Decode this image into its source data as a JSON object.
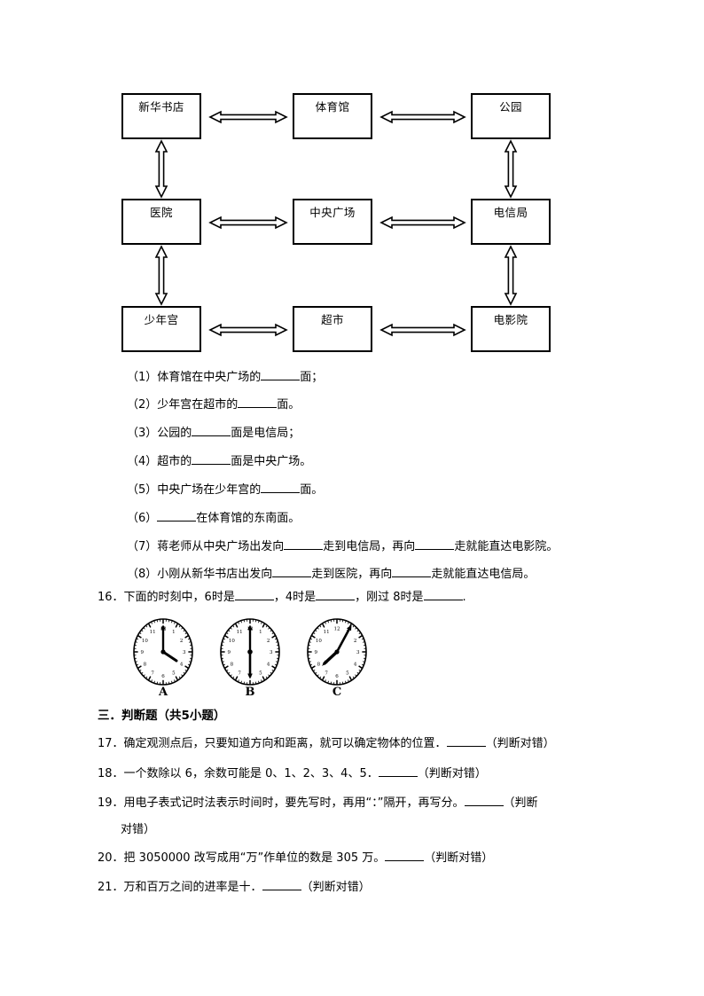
{
  "diagram": {
    "name": "location-map-diagram",
    "boxes": [
      {
        "id": "bookstore",
        "label": "新华书店",
        "col": 1,
        "row": 1
      },
      {
        "id": "gym",
        "label": "体育馆",
        "col": 2,
        "row": 1
      },
      {
        "id": "park",
        "label": "公园",
        "col": 3,
        "row": 1
      },
      {
        "id": "hospital",
        "label": "医院",
        "col": 1,
        "row": 2
      },
      {
        "id": "square",
        "label": "中央广场",
        "col": 2,
        "row": 2
      },
      {
        "id": "telecom",
        "label": "电信局",
        "col": 3,
        "row": 2
      },
      {
        "id": "youth",
        "label": "少年宫",
        "col": 1,
        "row": 3
      },
      {
        "id": "market",
        "label": "超市",
        "col": 2,
        "row": 3
      },
      {
        "id": "cinema",
        "label": "电影院",
        "col": 3,
        "row": 3
      }
    ],
    "connections": [
      {
        "from": "bookstore",
        "to": "gym",
        "dir": "horizontal"
      },
      {
        "from": "gym",
        "to": "park",
        "dir": "horizontal"
      },
      {
        "from": "hospital",
        "to": "square",
        "dir": "horizontal"
      },
      {
        "from": "square",
        "to": "telecom",
        "dir": "horizontal"
      },
      {
        "from": "youth",
        "to": "market",
        "dir": "horizontal"
      },
      {
        "from": "market",
        "to": "cinema",
        "dir": "horizontal"
      },
      {
        "from": "bookstore",
        "to": "hospital",
        "dir": "vertical"
      },
      {
        "from": "hospital",
        "to": "youth",
        "dir": "vertical"
      },
      {
        "from": "park",
        "to": "telecom",
        "dir": "vertical"
      },
      {
        "from": "telecom",
        "to": "cinema",
        "dir": "vertical"
      }
    ]
  },
  "sub_questions": [
    {
      "num": "（1）",
      "parts": [
        "体育馆在中央广场的",
        "面；"
      ]
    },
    {
      "num": "（2）",
      "parts": [
        "少年宫在超市的",
        "面。"
      ]
    },
    {
      "num": "（3）",
      "parts": [
        "公园的",
        "面是电信局；"
      ]
    },
    {
      "num": "（4）",
      "parts": [
        "超市的",
        "面是中央广场。"
      ]
    },
    {
      "num": "（5）",
      "parts": [
        "中央广场在少年宫的",
        "面。"
      ]
    },
    {
      "num": "（6）",
      "parts": [
        "",
        "在体育馆的东南面。"
      ]
    },
    {
      "num": "（7）",
      "parts": [
        "蒋老师从中央广场出发向",
        "走到电信局，再向",
        "走就能直达电影院。"
      ]
    },
    {
      "num": "（8）",
      "parts": [
        "小刚从新华书店出发向",
        "走到医院，再向",
        "走就能直达电信局。"
      ]
    }
  ],
  "q16": {
    "index": "16．",
    "t1": "下面的时刻中，6时是",
    "t2": "，4时是",
    "t3": "，刚过 8时是",
    "t4": "."
  },
  "clocks": [
    {
      "label": "A",
      "hour_deg": 130,
      "minute_deg": 0,
      "time_hint": "4时"
    },
    {
      "label": "B",
      "hour_deg": 180,
      "minute_deg": 0,
      "time_hint": "6时"
    },
    {
      "label": "C",
      "hour_deg": 248,
      "minute_deg": 35,
      "time_hint": "刚过8时"
    }
  ],
  "section3": {
    "heading": "三．判断题（共5小题）"
  },
  "judgements": [
    {
      "index": "17．",
      "text_before": "确定观测点后，只要知道方向和距离，就可以确定物体的位置．",
      "text_after": "（判断对错）",
      "wrapped": false
    },
    {
      "index": "18．",
      "text_before": "一个数除以 6，余数可能是 0、1、2、3、4、5．",
      "text_after": "（判断对错）",
      "wrapped": false
    },
    {
      "index": "19．",
      "text_before": "用电子表式记时法表示时间时，要先写时，再用“：”隔开，再写分。",
      "text_after": "（判断",
      "text_wrap": "对错）",
      "wrapped": true
    },
    {
      "index": "20．",
      "text_before": "把 3050000 改写成用“万”作单位的数是 305 万。",
      "text_after": "（判断对错）",
      "wrapped": false
    },
    {
      "index": "21．",
      "text_before": "万和百万之间的进率是十．",
      "text_after": "（判断对错）",
      "wrapped": false
    }
  ],
  "colors": {
    "ink": "#000000",
    "paper": "#ffffff"
  }
}
